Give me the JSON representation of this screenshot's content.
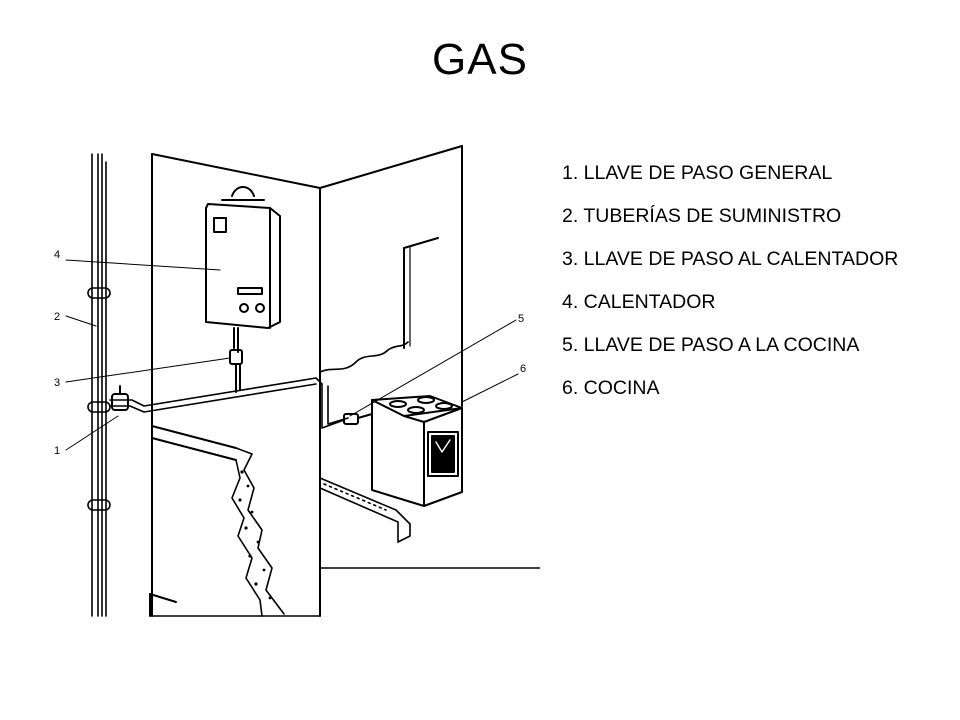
{
  "title": "GAS",
  "diagram": {
    "callouts": [
      {
        "number": "1"
      },
      {
        "number": "2"
      },
      {
        "number": "3"
      },
      {
        "number": "4"
      },
      {
        "number": "5"
      },
      {
        "number": "6"
      }
    ]
  },
  "legend": {
    "items": [
      {
        "label": "1. LLAVE DE PASO GENERAL"
      },
      {
        "label": "2. TUBERÍAS DE SUMINISTRO"
      },
      {
        "label": "3. LLAVE DE PASO AL CALENTADOR"
      },
      {
        "label": "4. CALENTADOR"
      },
      {
        "label": "5. LLAVE DE PASO A LA COCINA"
      },
      {
        "label": "6. COCINA"
      }
    ]
  }
}
